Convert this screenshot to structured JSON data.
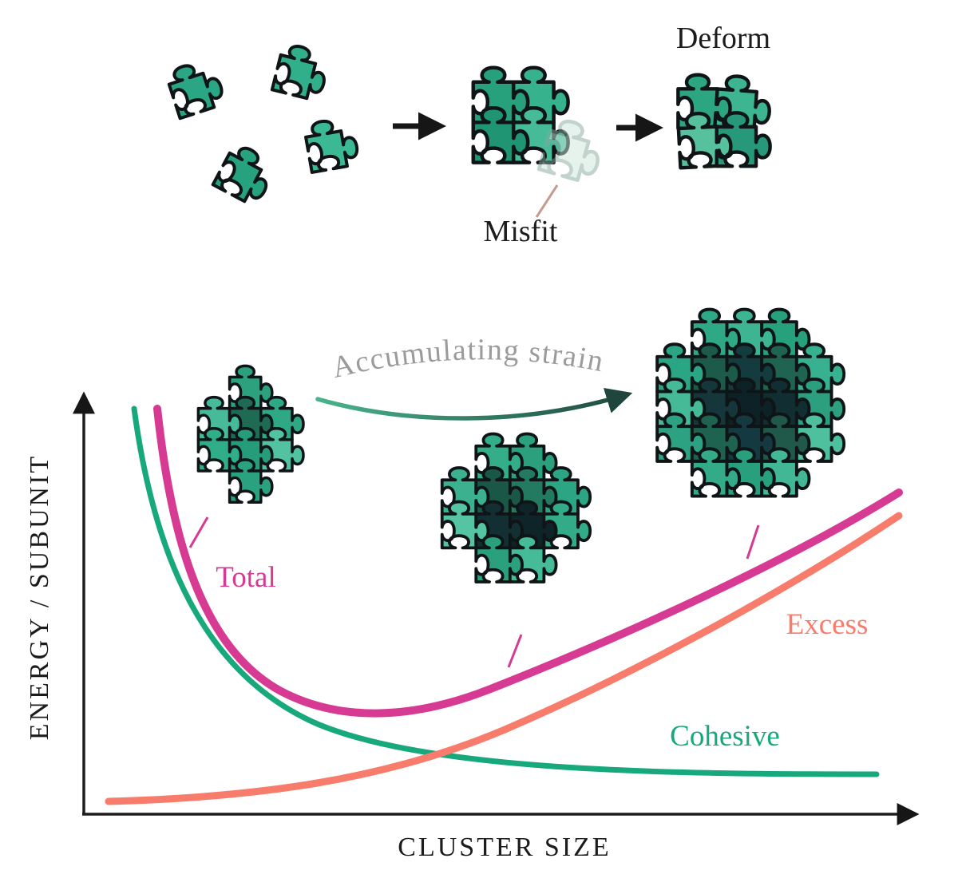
{
  "figure": {
    "top": {
      "deform_label": "Deform",
      "misfit_label": "Misfit"
    },
    "plot": {
      "strain_label": "Accumulating strain",
      "ylabel": "ENERGY / SUBUNIT",
      "xlabel": "CLUSTER SIZE",
      "curve_labels": {
        "total": "Total",
        "excess": "Excess",
        "cohesive": "Cohesive"
      }
    },
    "colors": {
      "puzzle_teal": "#2aa685",
      "puzzle_dark_core": "#0c2227",
      "puzzle_dark_green": "#1c5b49",
      "total_curve": "#d63a92",
      "excess_curve": "#f87c6b",
      "cohesive_curve": "#17a87b",
      "strain_text": "#9b9b9b",
      "misfit_pointer": "#c49b8d",
      "ink": "#1c1c1c"
    }
  },
  "chart_data": {
    "type": "line",
    "title": "",
    "xlabel": "CLUSTER SIZE",
    "ylabel": "ENERGY / SUBUNIT",
    "axes_note": "schematic axes, no numeric tick labels",
    "x": [
      0,
      1,
      2,
      3,
      4,
      5,
      6,
      7,
      8,
      9,
      10
    ],
    "series": [
      {
        "name": "Total",
        "color": "#d63a92",
        "values": [
          9.6,
          6.3,
          4.4,
          3.5,
          3.1,
          3.1,
          3.4,
          4.0,
          4.9,
          6.2,
          7.5
        ]
      },
      {
        "name": "Excess",
        "color": "#f87c6b",
        "values": [
          0.3,
          0.4,
          0.5,
          0.7,
          1.0,
          1.5,
          2.1,
          2.9,
          3.9,
          5.2,
          6.6
        ]
      },
      {
        "name": "Cohesive",
        "color": "#17a87b",
        "values": [
          9.3,
          5.9,
          3.9,
          2.8,
          2.1,
          1.6,
          1.3,
          1.1,
          1.0,
          0.95,
          0.9
        ]
      }
    ],
    "annotations": [
      "Accumulating strain"
    ],
    "legend_position": "inline-labels",
    "grid": false,
    "ylim": [
      0,
      10
    ]
  }
}
